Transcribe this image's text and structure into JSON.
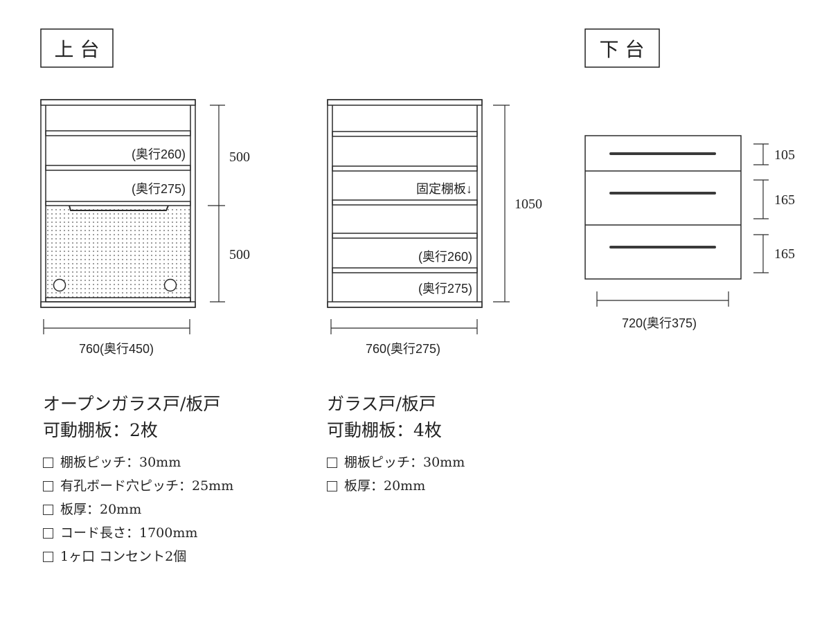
{
  "upper": {
    "heading": "上 台",
    "labels": {
      "shelf_depth_top": "(奥行260)",
      "shelf_depth_mid": "(奥行275)",
      "height_top": "500",
      "height_bottom": "500",
      "width": "760(奥行450)"
    },
    "title_line1": "オープンガラス戸/板戸",
    "title_line2": "可動棚板：2枚",
    "specs": [
      "棚板ピッチ：30mm",
      "有孔ボード穴ピッチ：25mm",
      "板厚：20mm",
      "コード長さ：1700mm",
      "1ヶ口 コンセント2個"
    ]
  },
  "middle": {
    "labels": {
      "fixed_shelf": "固定棚板↓",
      "shelf_depth_a": "(奥行260)",
      "shelf_depth_b": "(奥行275)",
      "height": "1050",
      "width": "760(奥行275)"
    },
    "title_line1": "ガラス戸/板戸",
    "title_line2": "可動棚板：4枚",
    "specs": [
      "棚板ピッチ：30mm",
      "板厚：20mm"
    ]
  },
  "lower": {
    "heading": "下 台",
    "labels": {
      "drawer1": "105",
      "drawer2": "165",
      "drawer3": "165",
      "width": "720(奥行375)"
    }
  },
  "colors": {
    "line": "#2b2b2b",
    "text": "#222222"
  }
}
